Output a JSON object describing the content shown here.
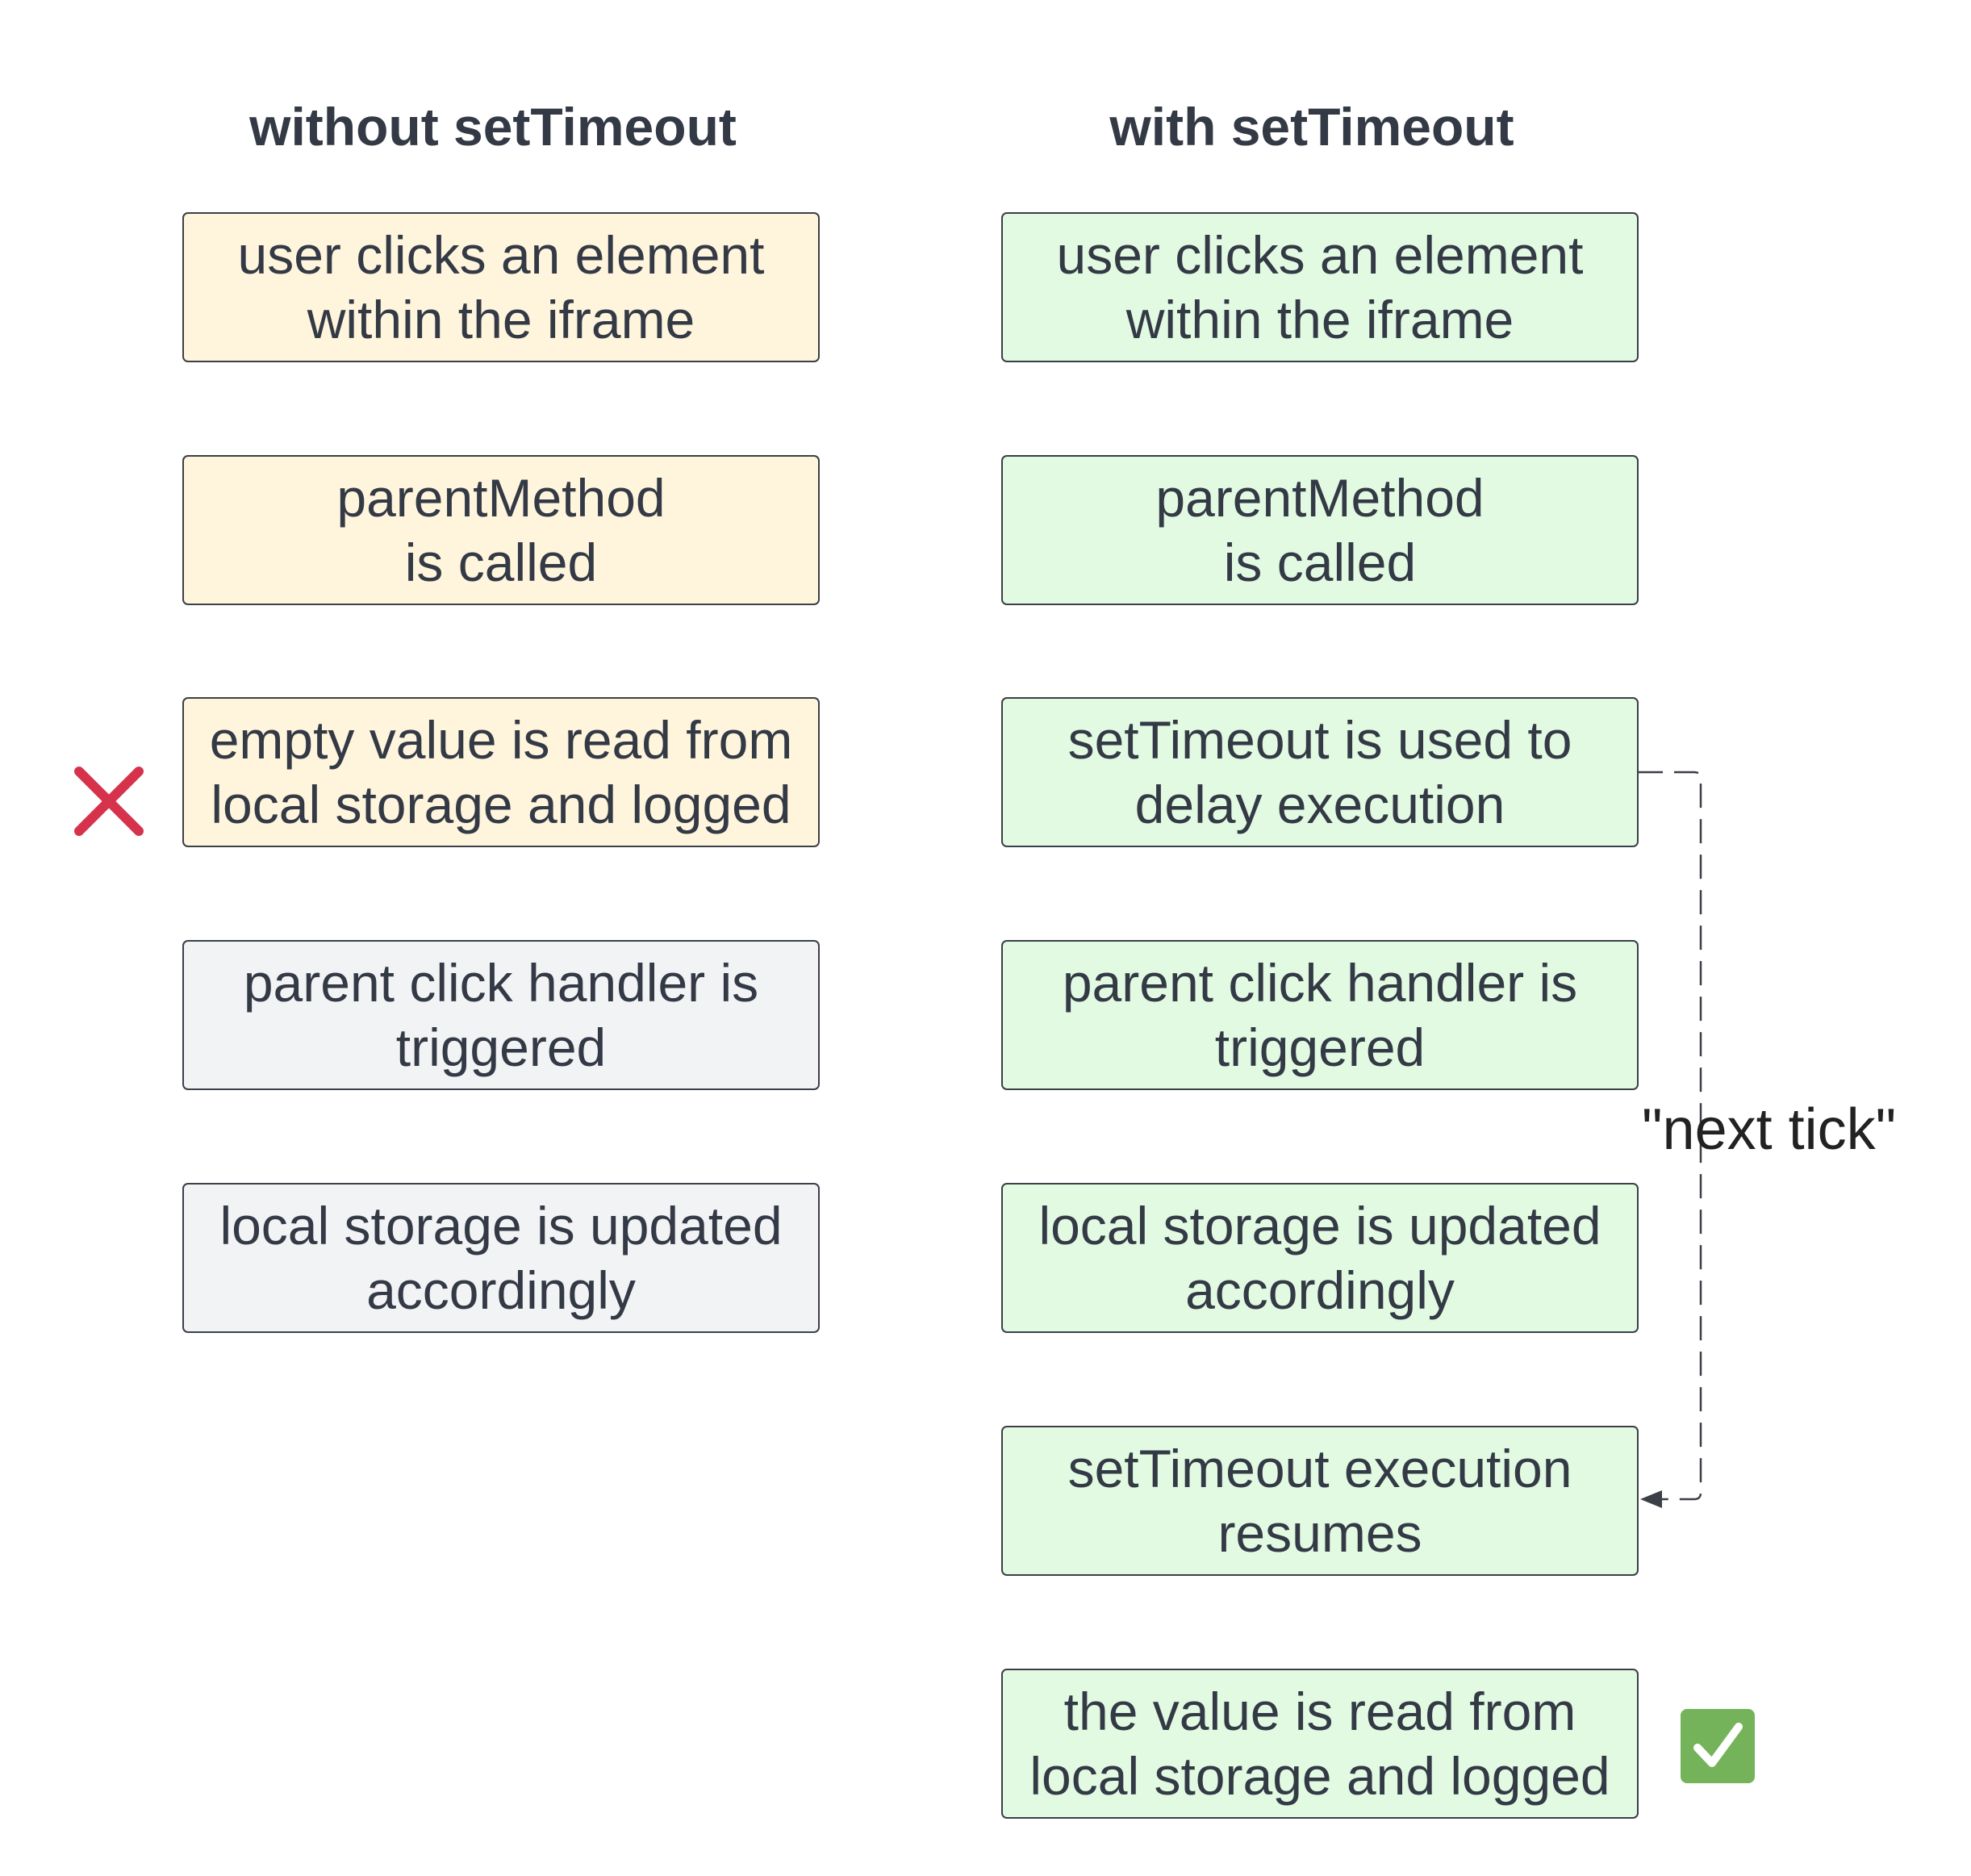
{
  "left_column": {
    "title": "without setTimeout",
    "steps": [
      {
        "text": "user clicks an element\nwithin the iframe"
      },
      {
        "text": "parentMethod\nis called"
      },
      {
        "text": "empty value is read from\nlocal storage and logged"
      },
      {
        "text": "parent click handler is\ntriggered"
      },
      {
        "text": "local storage is updated\naccordingly"
      }
    ]
  },
  "right_column": {
    "title": "with setTimeout",
    "steps": [
      {
        "text": "user clicks an element\nwithin the iframe"
      },
      {
        "text": "parentMethod\nis called"
      },
      {
        "text": "setTimeout is used to\ndelay execution"
      },
      {
        "text": "parent click handler is\ntriggered"
      },
      {
        "text": "local storage is updated\naccordingly"
      },
      {
        "text": "setTimeout execution\nresumes"
      },
      {
        "text": "the value is read from\nlocal storage and logged"
      }
    ]
  },
  "connector": {
    "label": "\"next tick\"",
    "style": "dashed",
    "from_step": "setTimeout is used to delay execution",
    "to_step": "setTimeout execution resumes"
  },
  "icons": {
    "failure": "cross-icon",
    "success": "check-icon"
  },
  "colors": {
    "box_yellow": "#fff4dc",
    "box_gray": "#f2f3f5",
    "box_green": "#e2fae2",
    "border": "#3b3f47",
    "text": "#333a45",
    "cross_red": "#d7324b",
    "check_green": "#74b35a"
  }
}
